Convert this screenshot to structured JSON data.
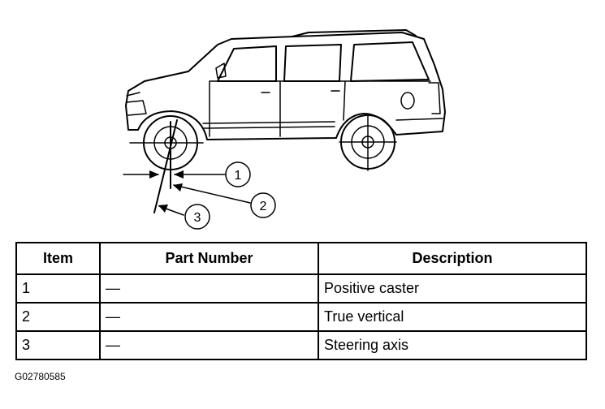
{
  "callouts": [
    "1",
    "2",
    "3"
  ],
  "table": {
    "headers": {
      "item": "Item",
      "part_number": "Part Number",
      "description": "Description"
    },
    "rows": [
      {
        "item": "1",
        "part_number": "—",
        "description": "Positive caster"
      },
      {
        "item": "2",
        "part_number": "—",
        "description": "True vertical"
      },
      {
        "item": "3",
        "part_number": "—",
        "description": "Steering axis"
      }
    ]
  },
  "figure_id": "G02780585"
}
